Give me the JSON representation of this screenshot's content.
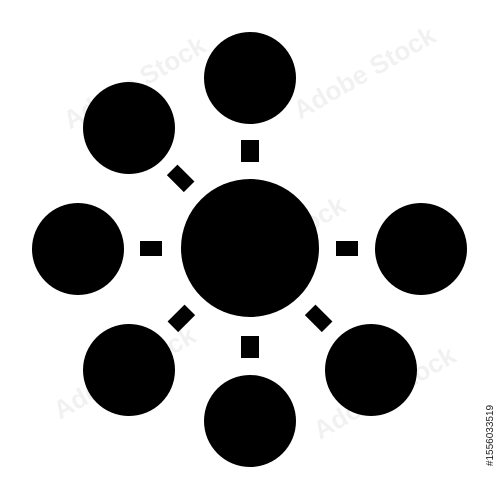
{
  "image": {
    "subject": "network-hub-icon",
    "background_color": "#ffffff",
    "icon_color": "#000000",
    "hub_count": 1,
    "satellite_count": 7,
    "connector_count": 7
  },
  "watermark": {
    "text": "Adobe Stock",
    "color": "#000000"
  },
  "stock_id": "#1556033519"
}
